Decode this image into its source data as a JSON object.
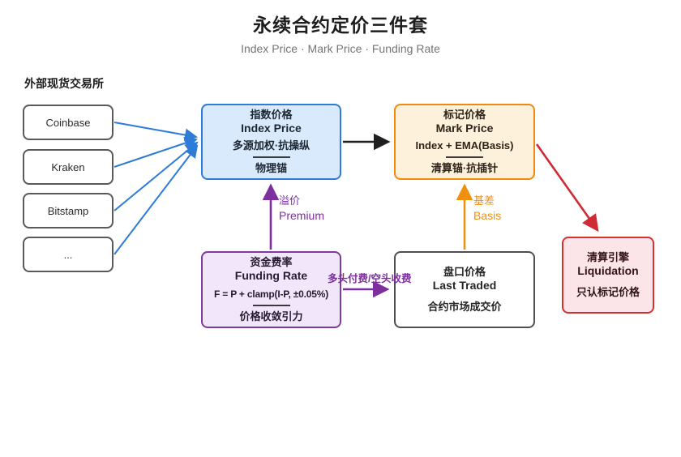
{
  "header": {
    "title": "永续合约定价三件套",
    "subtitle": "Index Price · Mark Price · Funding Rate"
  },
  "exchanges": {
    "label": "外部现货交易所",
    "items": [
      {
        "name": "Coinbase"
      },
      {
        "name": "Kraken"
      },
      {
        "name": "Bitstamp"
      },
      {
        "name": "..."
      }
    ]
  },
  "nodes": {
    "index_price": {
      "title_zh": "指数价格",
      "title_en": "Index Price",
      "body": "多源加权·抗操纵",
      "footer": "物理锚"
    },
    "mark_price": {
      "title_zh": "标记价格",
      "title_en": "Mark Price",
      "body": "Index + EMA(Basis)",
      "footer": "清算锚·抗插针"
    },
    "funding_rate": {
      "title_zh": "资金费率",
      "title_en": "Funding Rate",
      "body": "F = P + clamp(I-P, ±0.05%)",
      "footer": "价格收敛引力"
    },
    "last_traded": {
      "title_zh": "盘口价格",
      "title_en": "Last Traded",
      "body": "合约市场成交价"
    },
    "liquidation": {
      "title_zh": "清算引擎",
      "title_en": "Liquidation",
      "body": "只认标记价格"
    }
  },
  "edges": {
    "premium": {
      "label_zh": "溢价",
      "label_en": "Premium"
    },
    "basis": {
      "label_zh": "基差",
      "label_en": "Basis"
    },
    "funding_flow": {
      "label": "多头付费/空头收费"
    }
  },
  "colors": {
    "index_border": "#2e7bd8",
    "index_fill": "#d8eafb",
    "mark_border": "#ef8a0c",
    "mark_fill": "#fdf1dc",
    "funding_border": "#7d3c98",
    "funding_fill": "#f2e7fa",
    "last_border": "#4f4f4f",
    "last_fill": "#ffffff",
    "liquidation_border": "#d63031",
    "liquidation_fill": "#fce5e8",
    "arrow_blue": "#2e7bd8",
    "arrow_black": "#1f1f1f",
    "arrow_purple": "#7d2f9e",
    "arrow_orange": "#f0900f",
    "arrow_red": "#cf2b34"
  }
}
